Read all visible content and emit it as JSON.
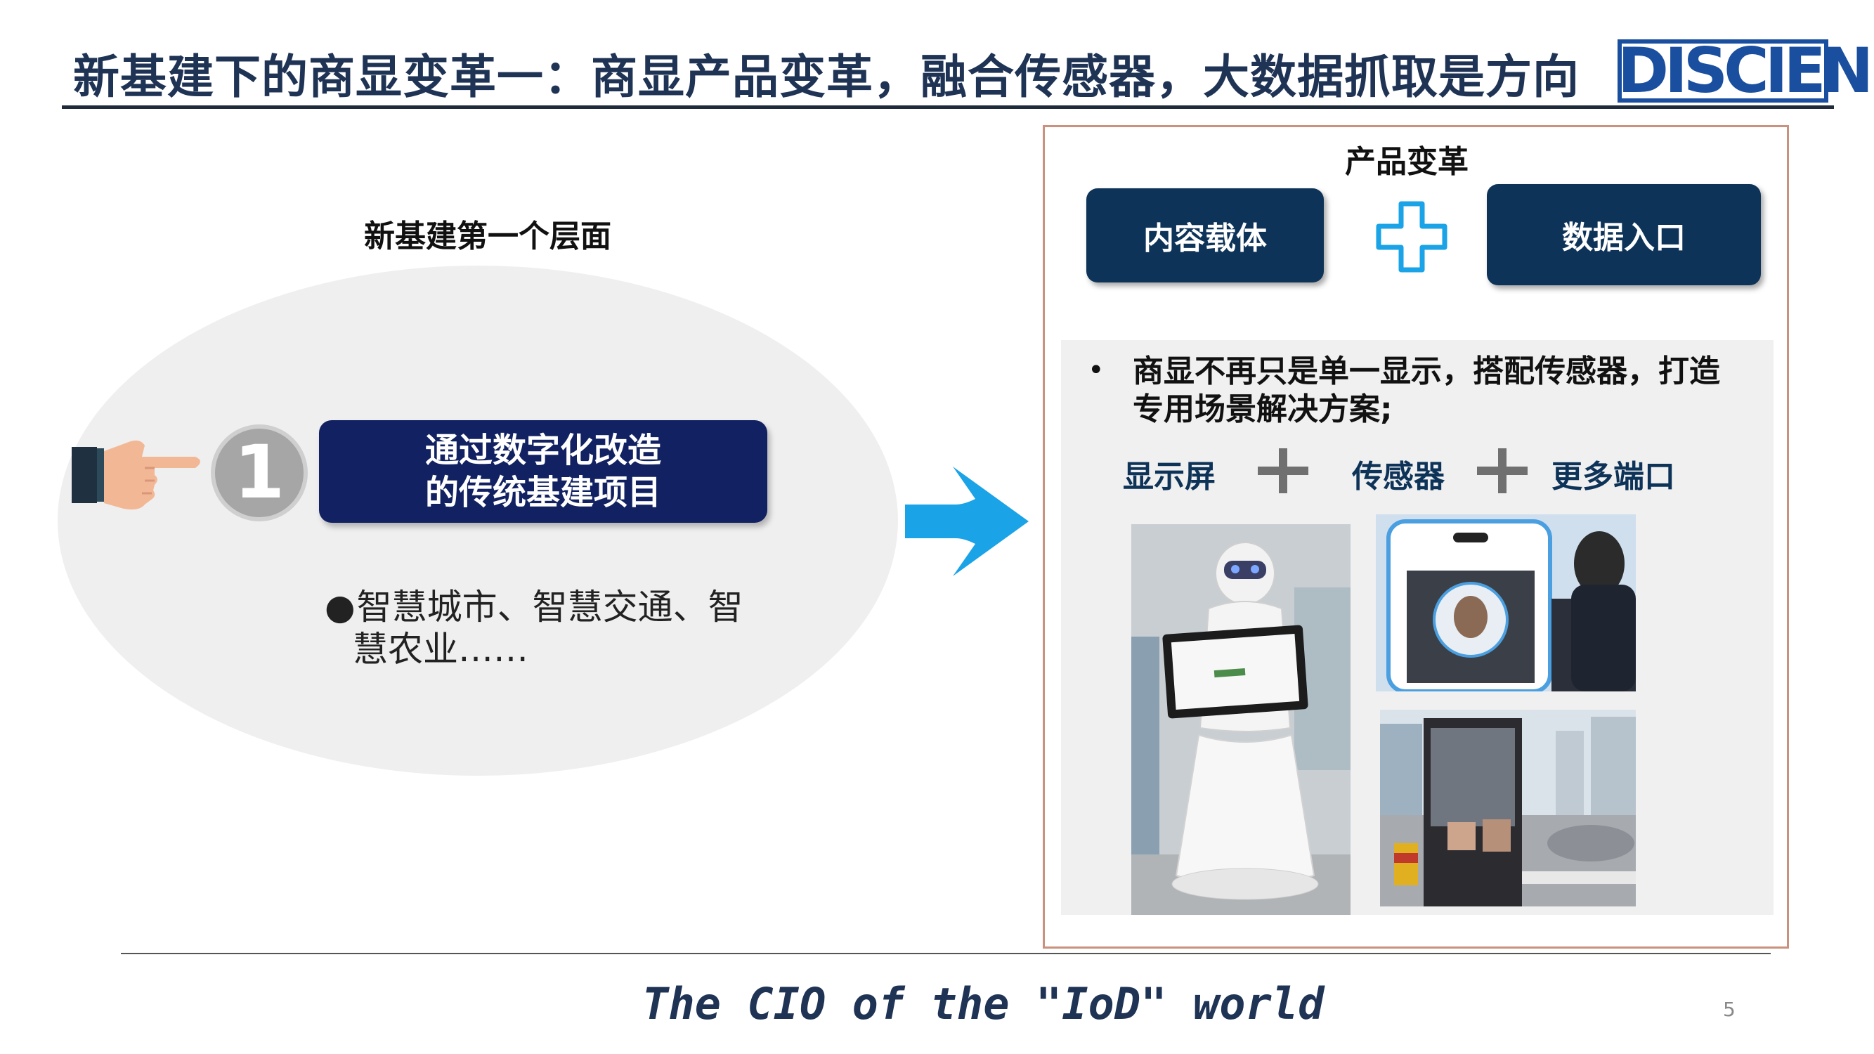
{
  "header": {
    "title": "新基建下的商显变革一：商显产品变革，融合传感器，大数据抓取是方向",
    "logo_text": "DISCIEN"
  },
  "left": {
    "subtitle": "新基建第一个层面",
    "number": "1",
    "pill_line1": "通过数字化改造",
    "pill_line2": "的传统基建项目",
    "bullet_dot": "●",
    "bullet_line1": "智慧城市、智慧交通、智",
    "bullet_line2": "慧农业……"
  },
  "right": {
    "title": "产品变革",
    "box_content": "内容载体",
    "box_data": "数据入口",
    "bullet_dot": "•",
    "bullet_text": "商显不再只是单一显示，搭配传感器，打造专用场景解决方案;",
    "term1": "显示屏",
    "term2": "传感器",
    "term3": "更多端口"
  },
  "footer": {
    "slogan": "The CIO of the \"IoD\" world",
    "page_number": "5"
  },
  "colors": {
    "navy": "#0e3358",
    "title_navy": "#1f3355",
    "pill_navy": "#112161",
    "arrow_blue": "#1aa3e6",
    "panel_border": "#c9917e",
    "logo_blue": "#1a4fa0"
  },
  "icons": [
    "pointing-hand-icon",
    "right-arrow-icon",
    "plus-icon",
    "plus-gray-icon"
  ]
}
